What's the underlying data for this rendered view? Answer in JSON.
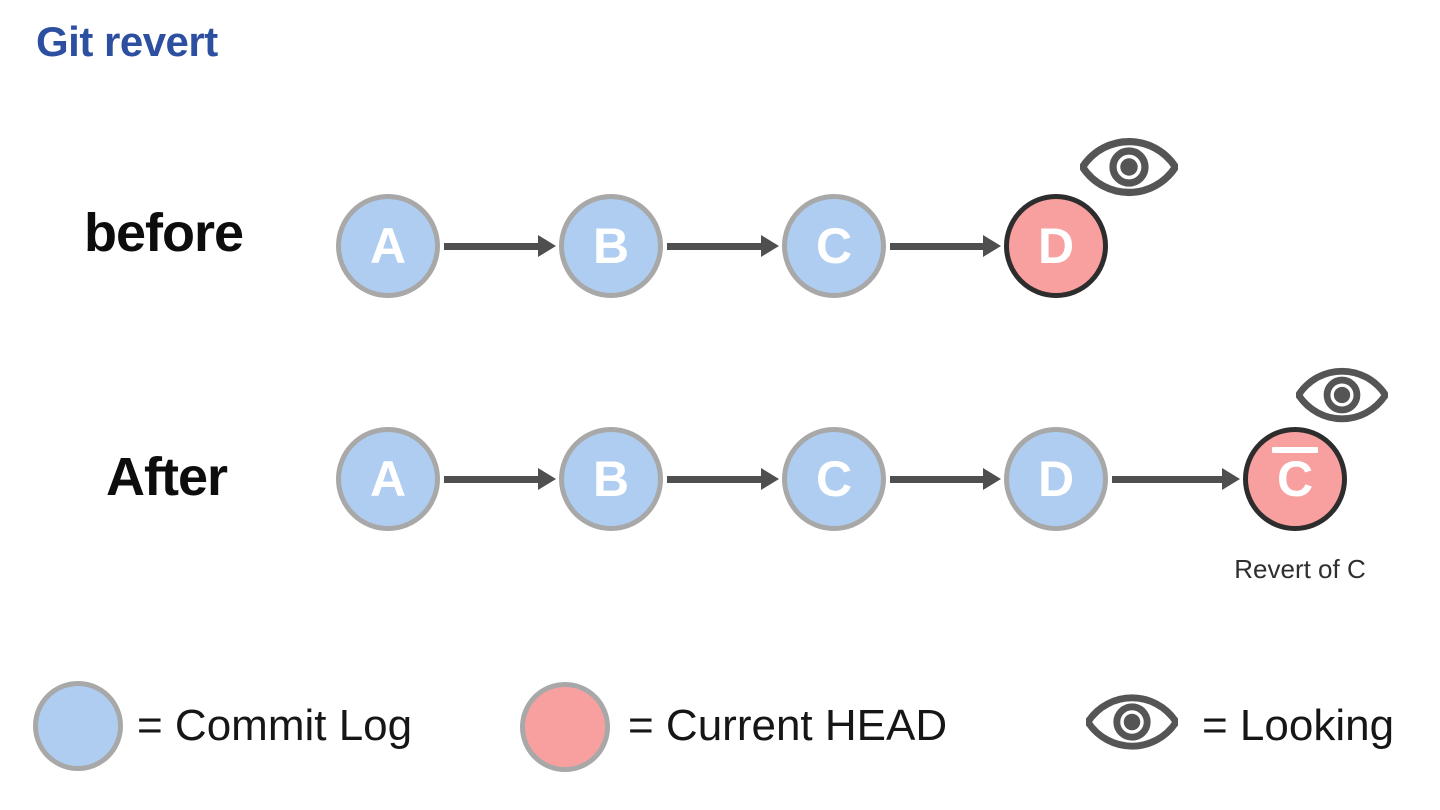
{
  "title": "Git revert",
  "colors": {
    "title": "#2d4fa0",
    "commit-fill": "#aecdf0",
    "commit-border": "#a8a8a8",
    "head-fill": "#f8a0a0",
    "head-border": "#2d2d2d",
    "arrow": "#4f4f4f",
    "eye": "#555555"
  },
  "rows": [
    {
      "label": "before",
      "nodes": [
        {
          "label": "A",
          "type": "commit"
        },
        {
          "label": "B",
          "type": "commit"
        },
        {
          "label": "C",
          "type": "commit"
        },
        {
          "label": "D",
          "type": "head",
          "eye": true
        }
      ]
    },
    {
      "label": "After",
      "nodes": [
        {
          "label": "A",
          "type": "commit"
        },
        {
          "label": "B",
          "type": "commit"
        },
        {
          "label": "C",
          "type": "commit"
        },
        {
          "label": "D",
          "type": "commit"
        },
        {
          "label": "C",
          "type": "head",
          "overline": true,
          "eye": true,
          "caption": "Revert of C"
        }
      ]
    }
  ],
  "legend": {
    "commit": "= Commit Log",
    "head": "= Current HEAD",
    "looking": "= Looking"
  }
}
